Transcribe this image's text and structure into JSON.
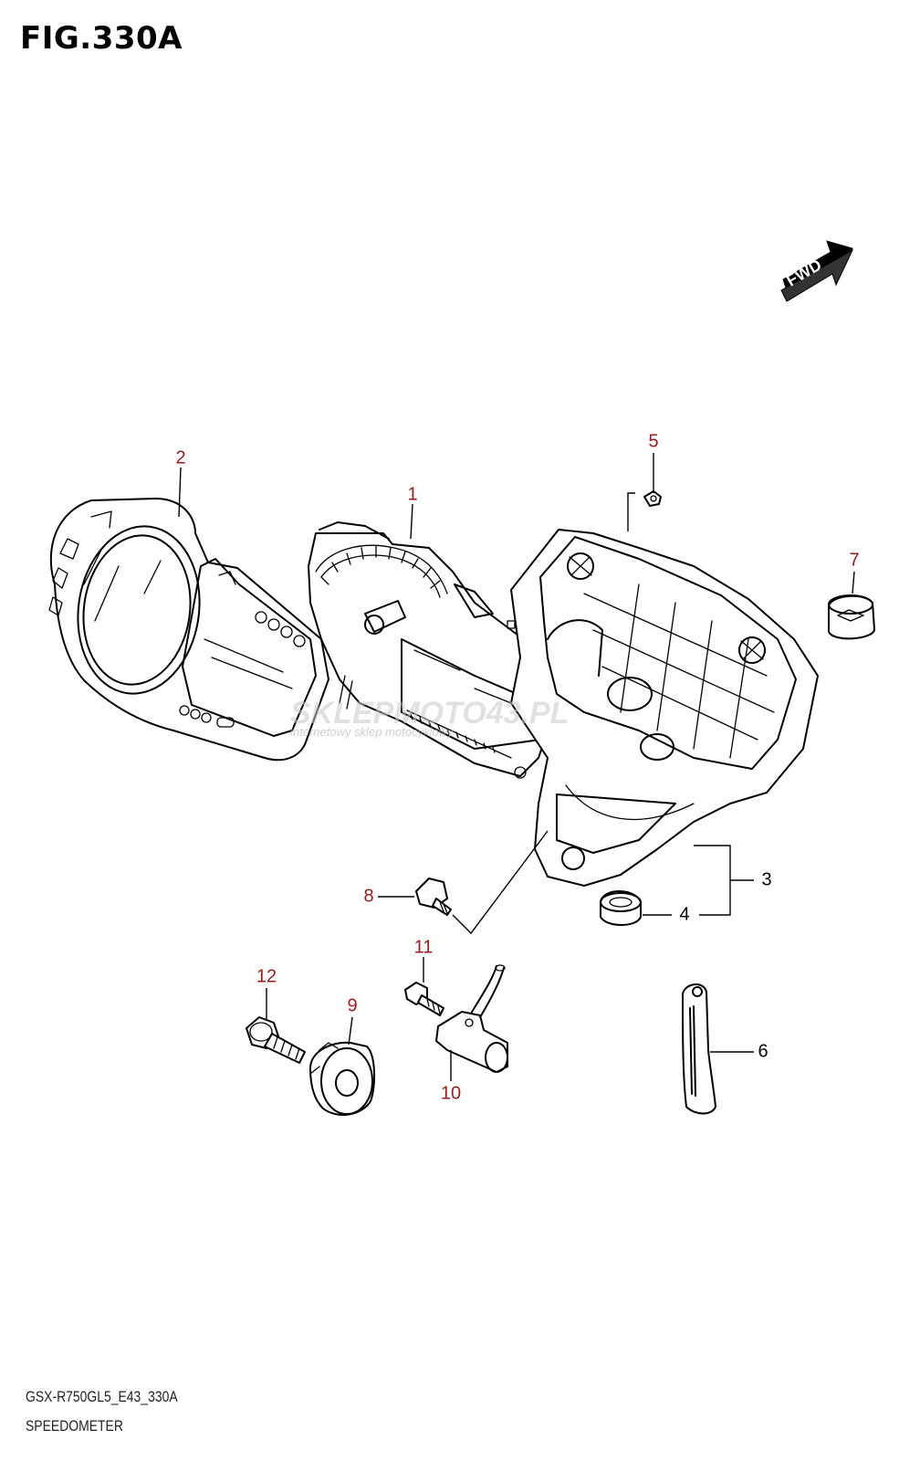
{
  "figure": {
    "title": "FIG.330A",
    "code": "GSX-R750GL5_E43_330A",
    "name": "SPEEDOMETER",
    "direction_label": "FWD"
  },
  "watermark": {
    "text": "SKLEPMOTO43.PL",
    "subtext": "internetowy sklep motocyklowy"
  },
  "colors": {
    "callout_number": "#9b1b1b",
    "line": "#000000"
  },
  "callouts": [
    {
      "id": "1",
      "part": "meter-assembly"
    },
    {
      "id": "2",
      "part": "meter-front-cover"
    },
    {
      "id": "3",
      "part": "meter-bracket"
    },
    {
      "id": "4",
      "part": "cushion"
    },
    {
      "id": "5",
      "part": "screw"
    },
    {
      "id": "6",
      "part": "clamp"
    },
    {
      "id": "7",
      "part": "grommet"
    },
    {
      "id": "8",
      "part": "bolt"
    },
    {
      "id": "9",
      "part": "gear-position-switch-cover"
    },
    {
      "id": "10",
      "part": "speed-sensor"
    },
    {
      "id": "11",
      "part": "bolt-small"
    },
    {
      "id": "12",
      "part": "bolt-flange"
    }
  ]
}
